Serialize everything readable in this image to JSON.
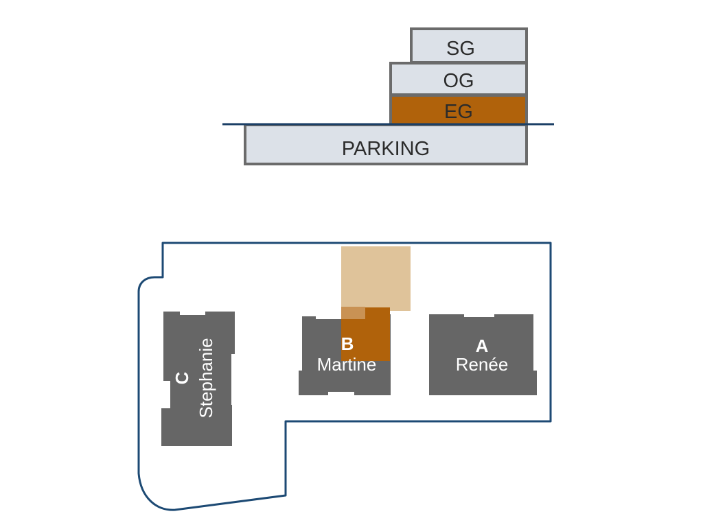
{
  "section": {
    "title": "",
    "floors": [
      {
        "label": "SG",
        "highlighted": false
      },
      {
        "label": "OG",
        "highlighted": false
      },
      {
        "label": "EG",
        "highlighted": true
      },
      {
        "label": "PARKING",
        "highlighted": false
      }
    ]
  },
  "site_plan": {
    "buildings": [
      {
        "letter": "C",
        "name": "Stephanie",
        "orientation": "rotated"
      },
      {
        "letter": "B",
        "name": "Martine",
        "orientation": "horizontal",
        "highlighted": true
      },
      {
        "letter": "A",
        "name": "Renée",
        "orientation": "horizontal"
      }
    ]
  },
  "colors": {
    "floor_fill": "#dce1e8",
    "floor_stroke": "#6b6b6b",
    "highlight": "#b0620b",
    "highlight_light": "#dfc39a",
    "ground_line": "#1b3f66",
    "plot_outline": "#1d4a74",
    "building": "#666666"
  }
}
